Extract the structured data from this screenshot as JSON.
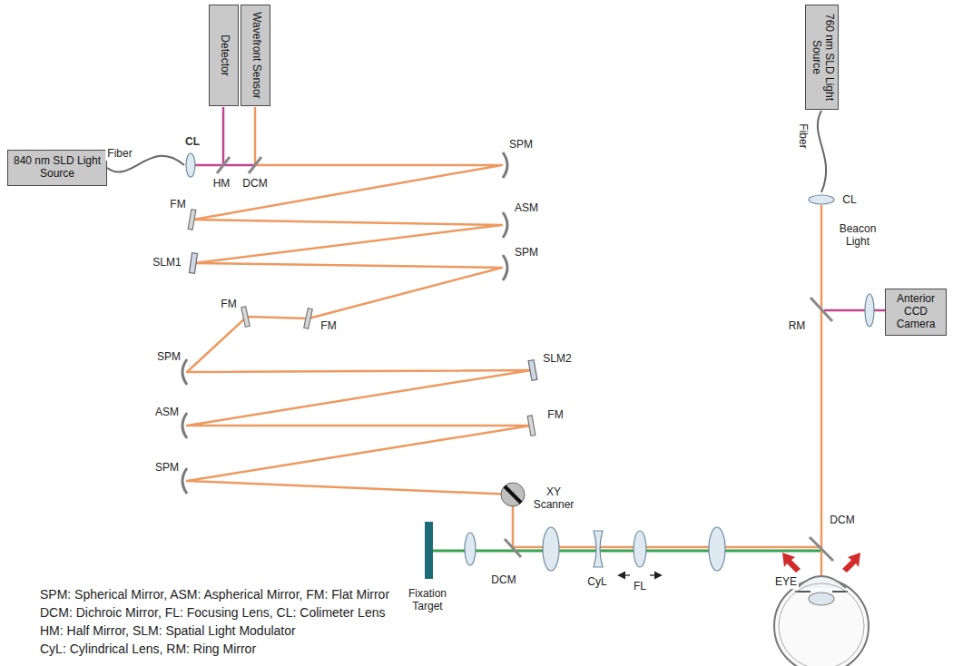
{
  "diagram": {
    "nodes": [
      {
        "text": [
          "840 nm SLD Light Source"
        ]
      },
      {
        "text": [
          "Detector"
        ]
      },
      {
        "text": [
          "Wavefront Sensor"
        ]
      },
      {
        "text": [
          "760 nm SLD Light Source"
        ]
      },
      {
        "text": [
          "Anterior CCD Camera"
        ]
      }
    ],
    "labels": [
      "Fiber",
      "CL",
      "HM",
      "DCM",
      "SPM",
      "FM",
      "ASM",
      "SLM1",
      "SPM",
      "FM",
      "FM",
      "SPM",
      "SLM2",
      "ASM",
      "FM",
      "SPM",
      "XY Scanner",
      "Fixation Target",
      "DCM",
      "CyL",
      "FL",
      "Fiber",
      "CL",
      "Beacon Light",
      "RM",
      "DCM",
      "EYE",
      "SPM: Spherical Mirror, ASM: Aspherical Mirror, FM: Flat Mirror",
      "DCM: Dichroic Mirror, FL: Focusing Lens, CL: Colimeter Lens",
      "HM: Half Mirror, SLM: Spatial Light Modulator",
      "CyL: Cylindrical Lens, RM: Ring Mirror"
    ]
  }
}
